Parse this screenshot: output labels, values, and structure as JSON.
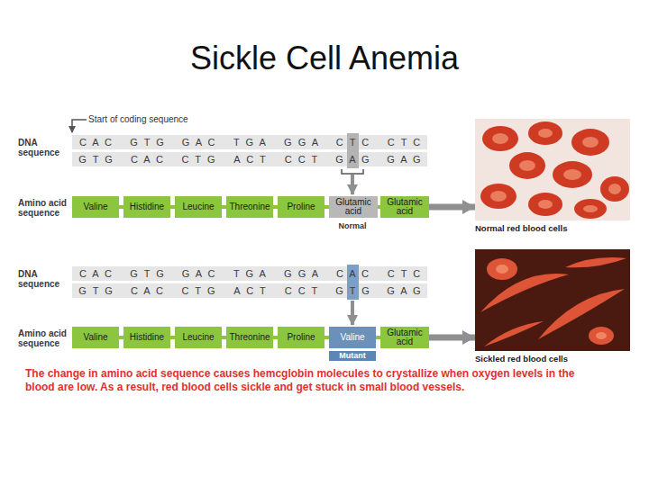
{
  "diagram": {
    "title": "Sickle Cell Anemia",
    "caption": "The change in amino acid sequence causes hemcglobin molecules to crystallize when oxygen levels in the blood are low. As a result, red blood cells sickle and get stuck in small blood vessels.",
    "nodes": [
      {
        "text": [
          "Valine"
        ]
      },
      {
        "text": [
          "Histidine"
        ]
      },
      {
        "text": [
          "Leucine"
        ]
      },
      {
        "text": [
          "Threonine"
        ]
      },
      {
        "text": [
          "Proline"
        ]
      },
      {
        "text": [
          "Glutamic acid"
        ]
      },
      {
        "text": [
          "Glutamic acid"
        ]
      },
      {
        "text": [
          "Normal red blood cells"
        ]
      },
      {
        "text": [
          "Valine"
        ]
      },
      {
        "text": [
          "Histidine"
        ]
      },
      {
        "text": [
          "Leucine"
        ]
      },
      {
        "text": [
          "Threonine"
        ]
      },
      {
        "text": [
          "Proline"
        ]
      },
      {
        "text": [
          "Valine"
        ]
      },
      {
        "text": [
          "Glutamic acid"
        ]
      },
      {
        "text": [
          "Sickled red blood cells"
        ]
      }
    ],
    "edges": [
      {
        "from": 0,
        "to": 1,
        "arrow": "none"
      },
      {
        "from": 1,
        "to": 2,
        "arrow": "none"
      },
      {
        "from": 2,
        "to": 3,
        "arrow": "none"
      },
      {
        "from": 3,
        "to": 4,
        "arrow": "none"
      },
      {
        "from": 4,
        "to": 5,
        "arrow": "none"
      },
      {
        "from": 5,
        "to": 6,
        "arrow": "none"
      },
      {
        "from": 6,
        "to": 7,
        "arrow": "to"
      },
      {
        "from": 8,
        "to": 9,
        "arrow": "none"
      },
      {
        "from": 9,
        "to": 10,
        "arrow": "none"
      },
      {
        "from": 10,
        "to": 11,
        "arrow": "none"
      },
      {
        "from": 11,
        "to": 12,
        "arrow": "none"
      },
      {
        "from": 12,
        "to": 13,
        "arrow": "none"
      },
      {
        "from": 13,
        "to": 14,
        "arrow": "none"
      },
      {
        "from": 14,
        "to": 15,
        "arrow": "to"
      }
    ],
    "labels": [
      "Start of coding sequence",
      "DNA sequence",
      "C A C",
      "G T G",
      "G A C",
      "T G A",
      "G G A",
      "C T C",
      "C T C",
      "G T G",
      "C A C",
      "C T G",
      "A C T",
      "C C T",
      "G A G",
      "G A G",
      "Amino acid sequence",
      "Normal",
      "DNA sequence",
      "C A C",
      "G T G",
      "G A C",
      "T G A",
      "G G A",
      "C A C",
      "C T C",
      "G T G",
      "C A C",
      "C T G",
      "A C T",
      "C C T",
      "G T G",
      "G A G",
      "Amino acid sequence",
      "Mutant"
    ]
  }
}
